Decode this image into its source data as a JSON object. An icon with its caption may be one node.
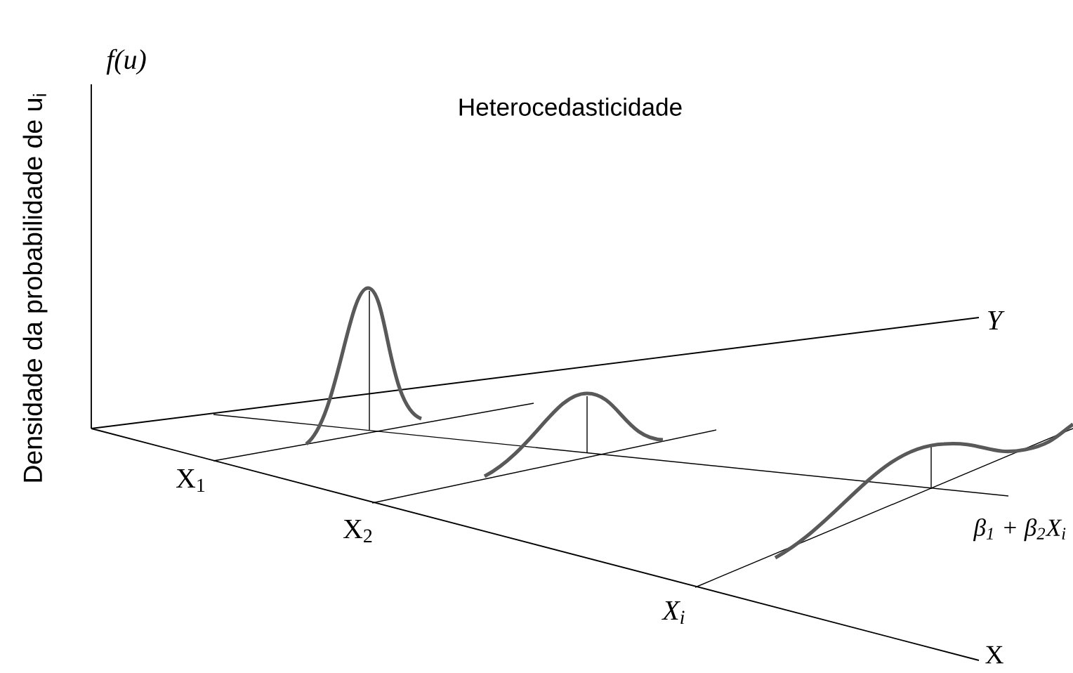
{
  "diagram": {
    "title": "Heterocedasticidade",
    "labels": [
      "Densidade da probabilidade de u$_{i}$",
      "f(u)",
      "Y",
      "X$_{1}$",
      "β$_{1}$ + β$_{2}$X$_{i}$",
      "X$_{2}$",
      "X$_{i}$",
      "X"
    ]
  }
}
